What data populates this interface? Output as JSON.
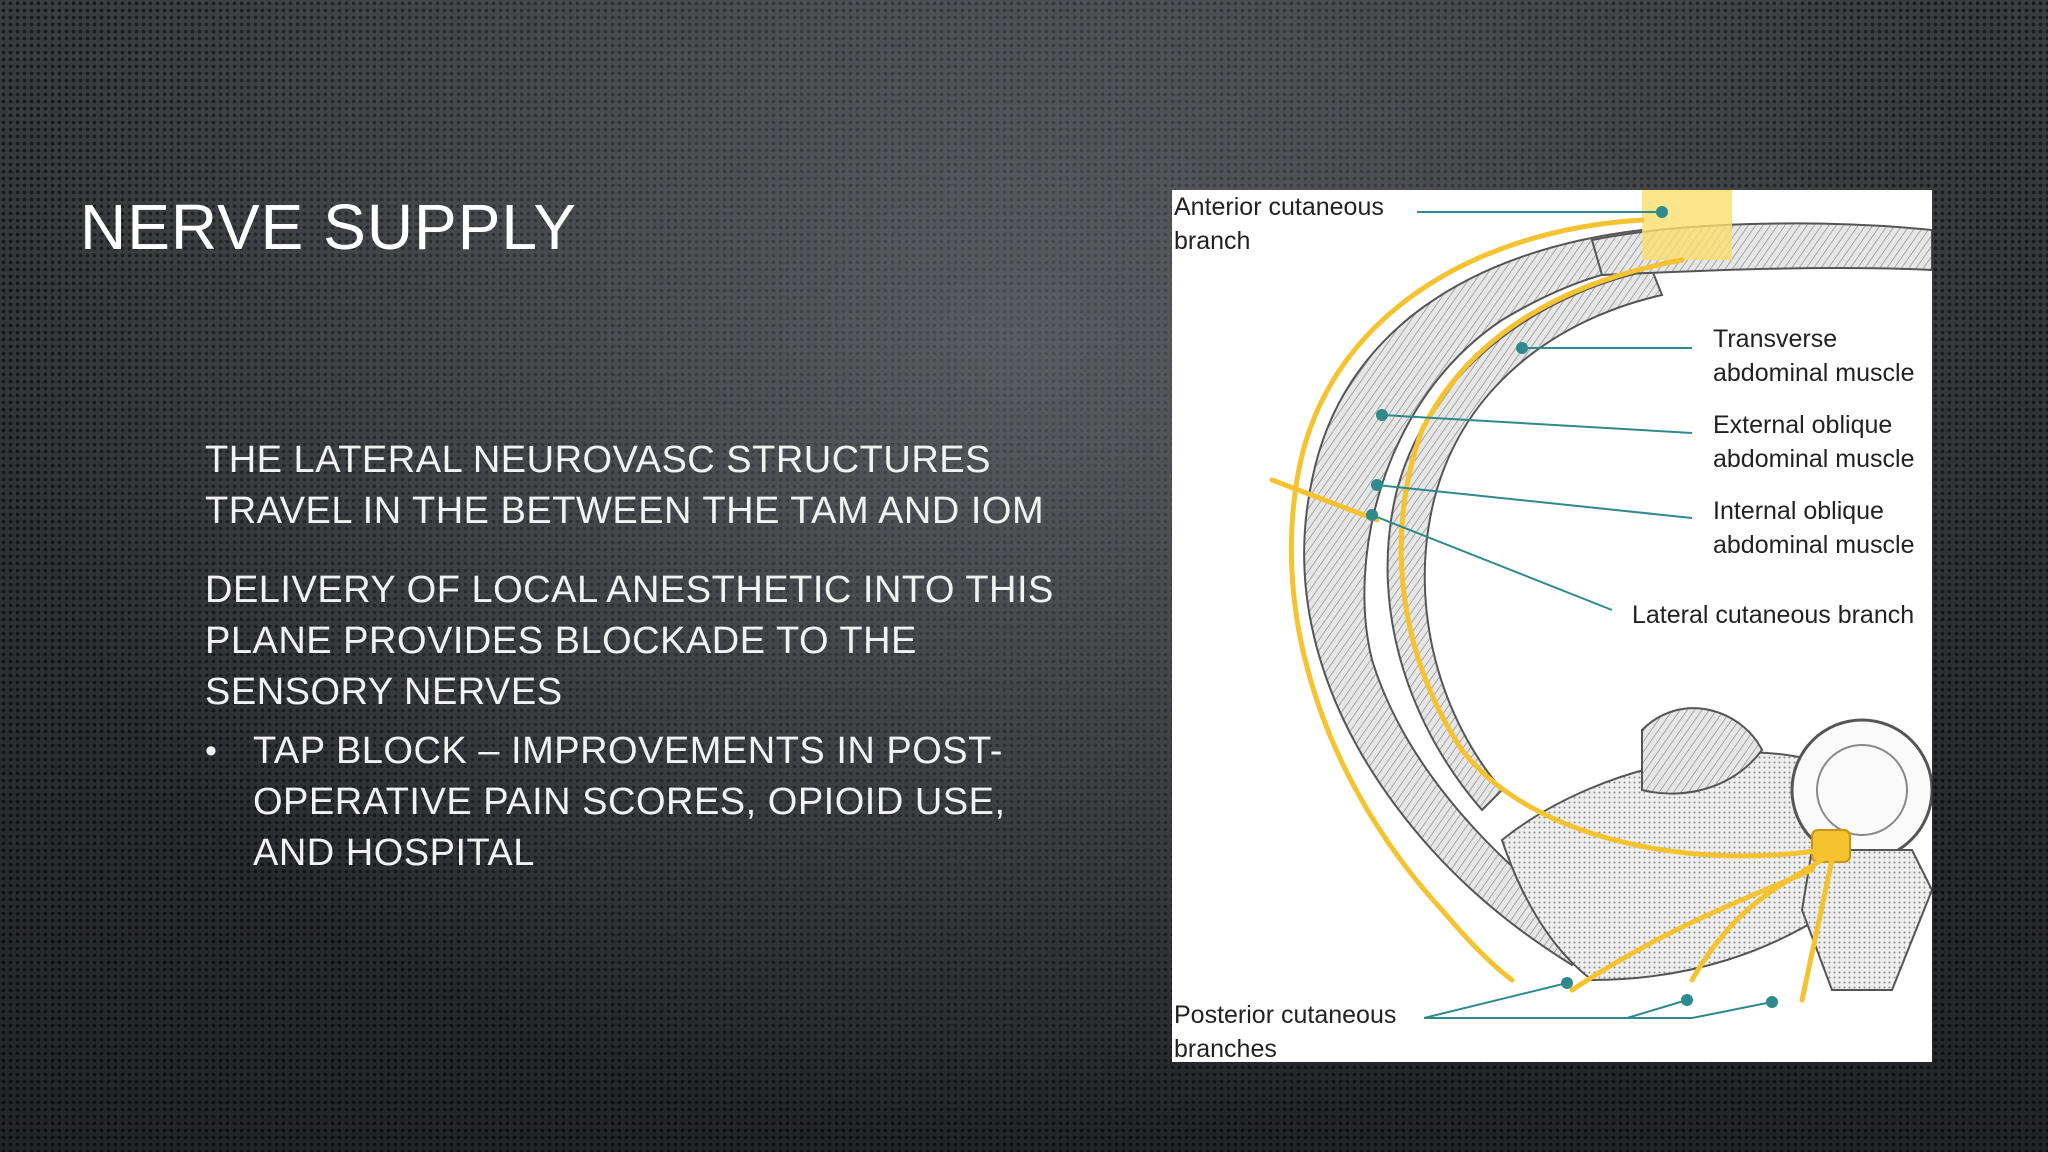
{
  "slide": {
    "title": "NERVE SUPPLY",
    "paragraphs": [
      "THE LATERAL NEUROVASC STRUCTURES TRAVEL IN THE BETWEEN THE TAM AND IOM",
      "DELIVERY OF LOCAL ANESTHETIC INTO THIS PLANE PROVIDES BLOCKADE TO THE SENSORY NERVES"
    ],
    "bullets": [
      "TAP BLOCK – IMPROVEMENTS IN POST-OPERATIVE PAIN SCORES, OPIOID USE, AND HOSPITAL"
    ]
  },
  "figure": {
    "labels": {
      "anterior_1": "Anterior cutaneous",
      "anterior_2": "branch",
      "transverse_1": "Transverse",
      "transverse_2": "abdominal muscle",
      "external_1": "External oblique",
      "external_2": "abdominal muscle",
      "internal_1": "Internal oblique",
      "internal_2": "abdominal muscle",
      "lateral": "Lateral cutaneous branch",
      "posterior_1": "Posterior cutaneous",
      "posterior_2": "branches"
    },
    "colors": {
      "nerve": "#f5c230",
      "pointer": "#2e8a8c",
      "muscle": "#9a9a9a"
    }
  }
}
